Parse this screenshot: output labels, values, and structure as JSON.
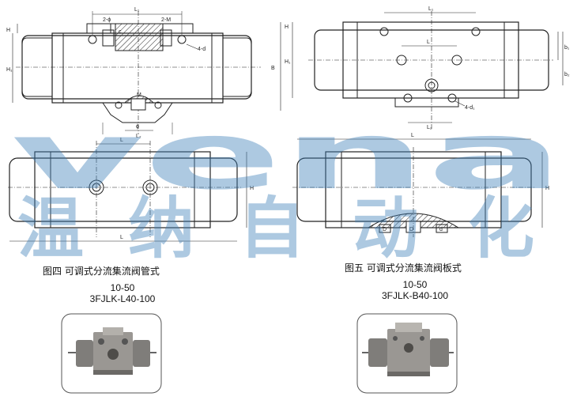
{
  "watermark": {
    "latin": "vena",
    "cjk": [
      "温",
      "纳",
      "自",
      "动",
      "化"
    ],
    "color": "#3d7fb8"
  },
  "figure4": {
    "caption": "图四 可调式分流集流阀管式",
    "range": "10-50",
    "model": "3FJLK-L40-100",
    "dims": {
      "L": "L",
      "L1": "L₁",
      "L2": "L₂",
      "H": "H",
      "H1": "H₁",
      "M": "M",
      "two_phi": "2-ϕ",
      "two_M": "2-M",
      "four_d": "4-d",
      "phi": "ϕ",
      "c": "c"
    }
  },
  "figure5": {
    "caption": "图五 可调式分流集流阀板式",
    "range": "10-50",
    "model": "3FJLK-B40-100",
    "dims": {
      "L": "L",
      "L1": "L₁",
      "L2": "L₂",
      "H": "H",
      "H1": "H₁",
      "B": "B",
      "b1": "b₁",
      "b2": "b₂",
      "four_d1": "4-d₁",
      "D": "D",
      "d": "d"
    }
  }
}
